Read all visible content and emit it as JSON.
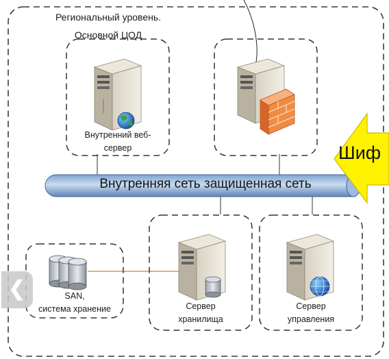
{
  "region": {
    "title_line1": "Региональный уровень.",
    "title_line2": "Основной ЦОД"
  },
  "servers": {
    "web_line1": "Внутренний веб-",
    "web_line2": "сервер",
    "storage_line1": "Сервер",
    "storage_line2": "хранилища",
    "management_line1": "Сервер",
    "management_line2": "управления"
  },
  "san": {
    "line1": "SAN,",
    "line2": "система хранение"
  },
  "network": {
    "bus_label": "Внутренняя сеть защищенная сеть"
  },
  "encryption_arrow": {
    "label": "Шиф",
    "color": "#fff200"
  },
  "nav": {
    "back_icon": "chevron-left-icon"
  }
}
